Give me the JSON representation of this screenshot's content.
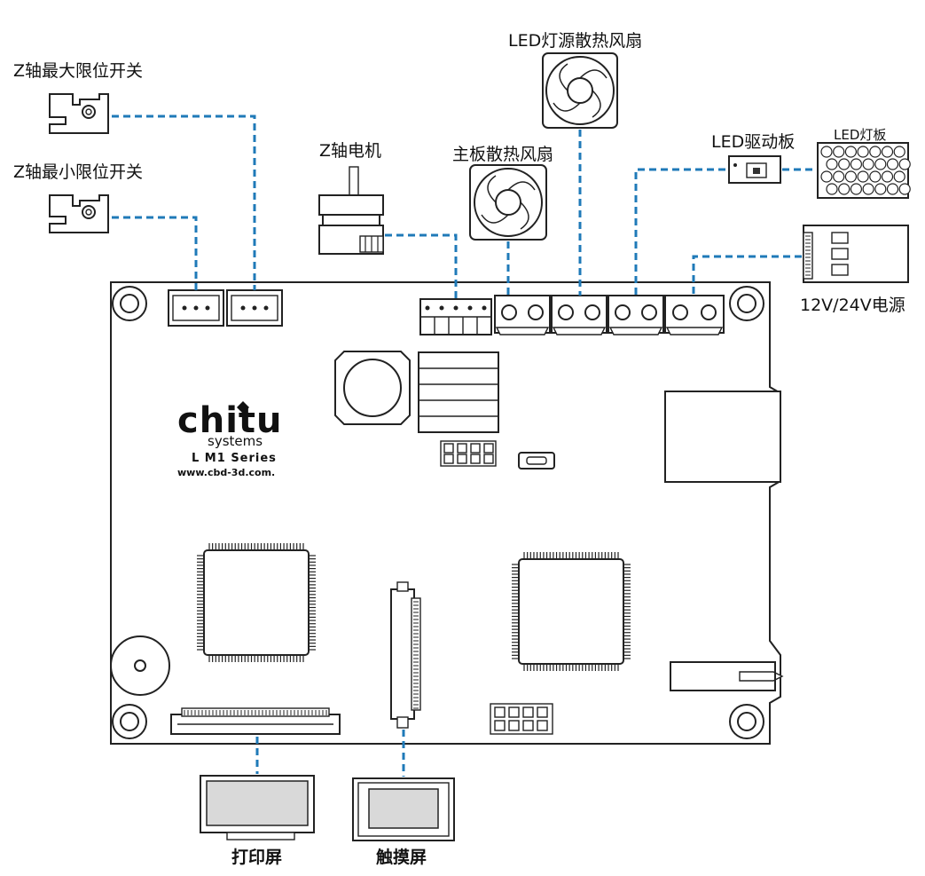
{
  "labels": {
    "z_max_switch": "Z轴最大限位开关",
    "z_min_switch": "Z轴最小限位开关",
    "z_motor": "Z轴电机",
    "led_fan": "LED灯源散热风扇",
    "board_fan": "主板散热风扇",
    "led_driver": "LED驱动板",
    "led_panel": "LED灯板",
    "power": "12V/24V电源",
    "print_screen": "打印屏",
    "touch_screen": "触摸屏"
  },
  "board": {
    "brand": "chitu",
    "brand_sub": "systems",
    "series": "L M1 Series",
    "url": "www.cbd-3d.com."
  },
  "colors": {
    "connection_line": "#1f7ab8",
    "outline": "#222222",
    "screen_fill": "#d9d9d9"
  }
}
